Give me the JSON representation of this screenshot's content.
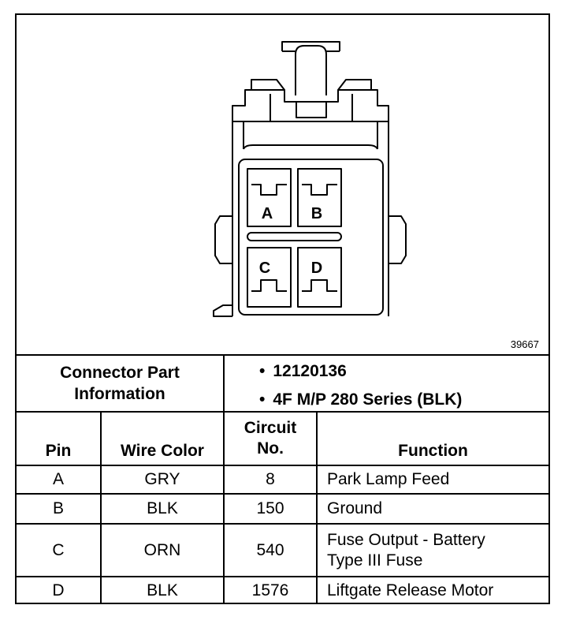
{
  "figure": {
    "number": "39667",
    "pin_labels": [
      "A",
      "B",
      "C",
      "D"
    ]
  },
  "connector_info": {
    "label_line1": "Connector Part",
    "label_line2": "Information",
    "bullet_symbol": "•",
    "items": [
      "12120136",
      "4F M/P 280 Series (BLK)"
    ]
  },
  "table": {
    "headers": {
      "pin": "Pin",
      "wire_color": "Wire Color",
      "circuit_line1": "Circuit",
      "circuit_line2": "No.",
      "function": "Function"
    },
    "rows": [
      {
        "pin": "A",
        "wire_color": "GRY",
        "circuit": "8",
        "function_line1": "Park Lamp Feed",
        "function_line2": ""
      },
      {
        "pin": "B",
        "wire_color": "BLK",
        "circuit": "150",
        "function_line1": "Ground",
        "function_line2": ""
      },
      {
        "pin": "C",
        "wire_color": "ORN",
        "circuit": "540",
        "function_line1": "Fuse Output - Battery",
        "function_line2": "Type III Fuse"
      },
      {
        "pin": "D",
        "wire_color": "BLK",
        "circuit": "1576",
        "function_line1": "Liftgate Release Motor",
        "function_line2": ""
      }
    ]
  }
}
